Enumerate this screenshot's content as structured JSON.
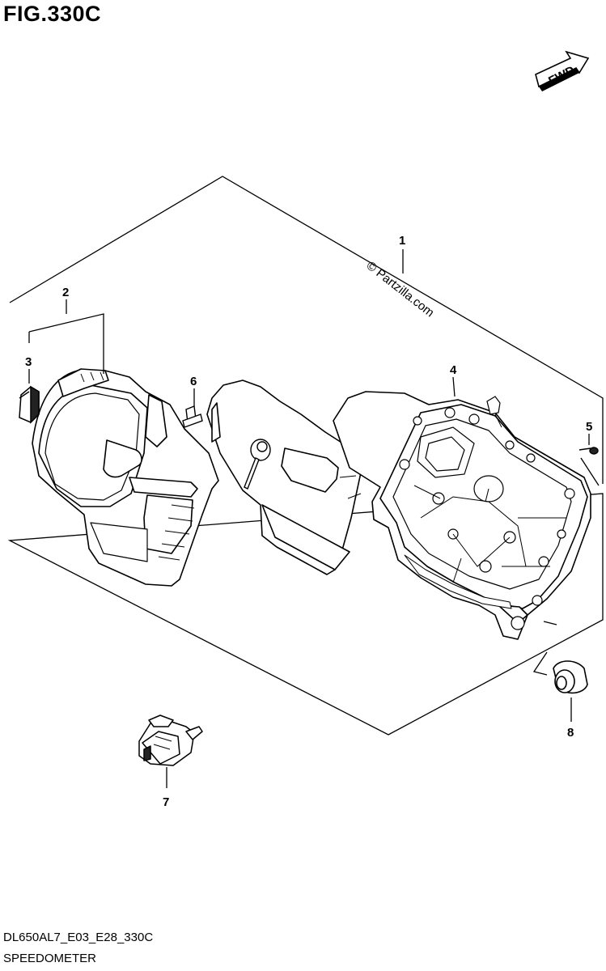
{
  "figure": {
    "title": "FIG.330C",
    "code": "DL650AL7_E03_E28_330C",
    "name": "SPEEDOMETER",
    "fwd_label": "FWD",
    "watermark": "© Partzilla.com"
  },
  "callouts": [
    {
      "id": "1",
      "label": "1"
    },
    {
      "id": "2",
      "label": "2"
    },
    {
      "id": "3",
      "label": "3"
    },
    {
      "id": "4",
      "label": "4"
    },
    {
      "id": "5",
      "label": "5"
    },
    {
      "id": "6",
      "label": "6"
    },
    {
      "id": "7",
      "label": "7"
    },
    {
      "id": "8",
      "label": "8"
    }
  ]
}
